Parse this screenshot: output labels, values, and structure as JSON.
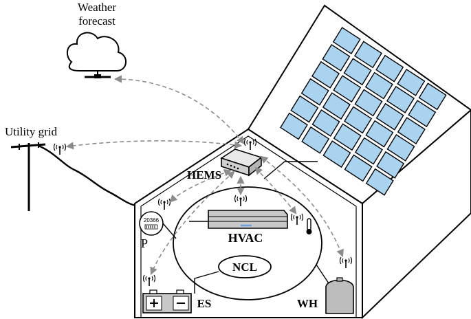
{
  "labels": {
    "weather_line1": "Weather",
    "weather_line2": "forecast",
    "utility_grid": "Utility grid",
    "hems": "HEMS",
    "hvac": "HVAC",
    "ncl": "NCL",
    "es": "ES",
    "wh": "WH",
    "meter_label": "P",
    "meter_reading": "20366"
  },
  "icons": {
    "wireless": "wifi-antenna-icon",
    "cloud": "cloud-icon",
    "thermometer": "thermometer-icon",
    "battery": "battery-icon",
    "water_heater": "water-heater-icon",
    "meter": "smart-meter-icon",
    "router": "hems-router-icon",
    "solar": "solar-panel-icon",
    "utility_pole": "utility-pole-icon"
  },
  "colors": {
    "panel_cell": "#a9d3ee",
    "flow_arrow": "#8c8c8c",
    "water_heater": "#bdbdbd",
    "hvac_body": "#c8c8c8",
    "hvac_accent": "#6aa0e0"
  }
}
